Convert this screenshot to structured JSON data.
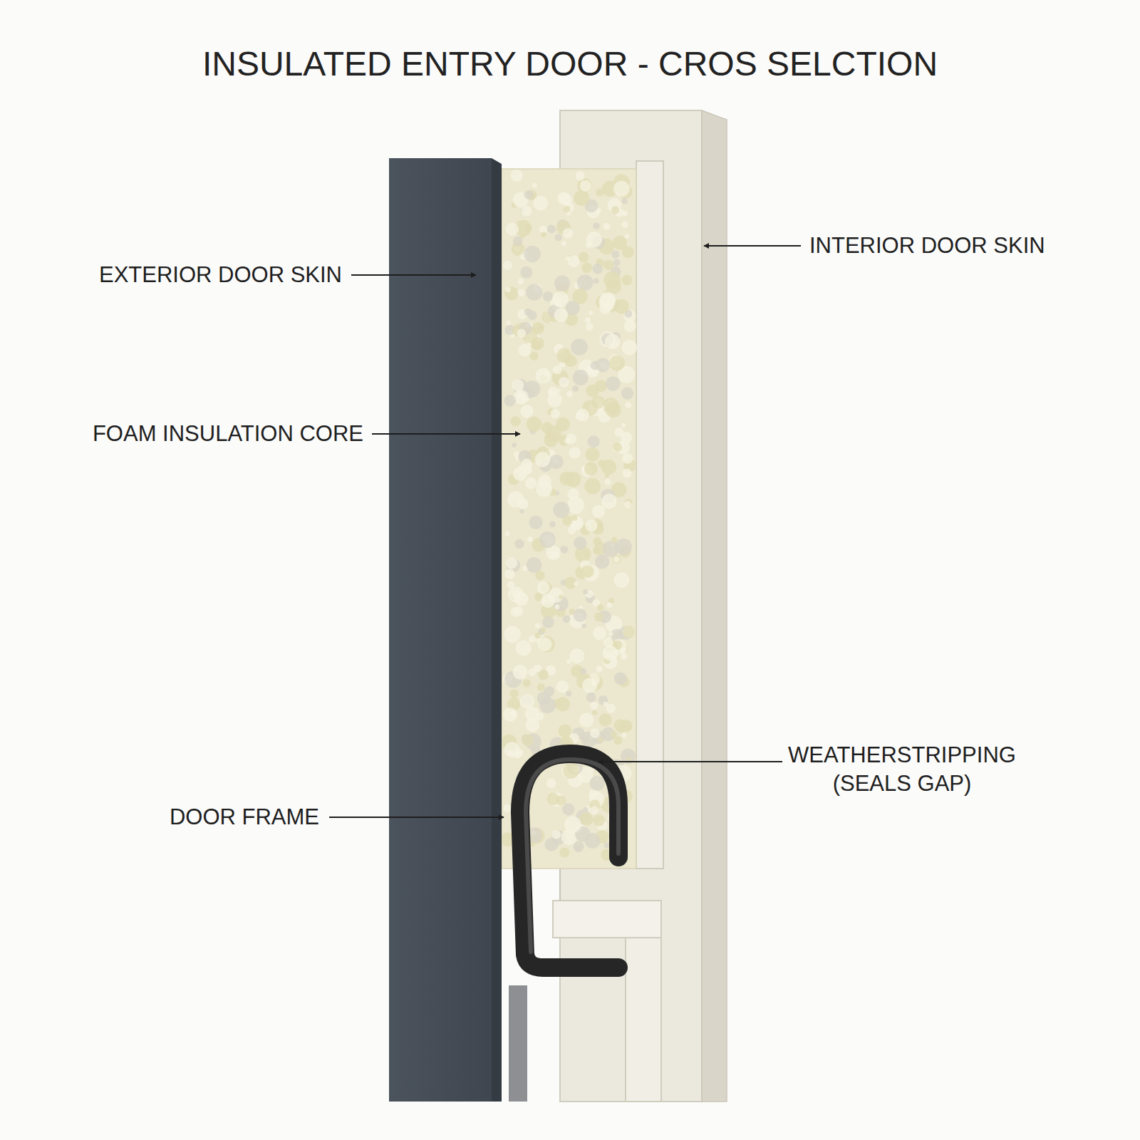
{
  "diagram": {
    "title": "INSULATED ENTRY DOOR - CROS SELCTION",
    "labels": [
      "EXTERIOR DOOR SKIN",
      "FOAM INSULATION CORE",
      "INTERIOR DOOR SKIN",
      "WEATHERSTRIPPING (SEALS GAP)",
      "DOOR FRAME"
    ]
  }
}
